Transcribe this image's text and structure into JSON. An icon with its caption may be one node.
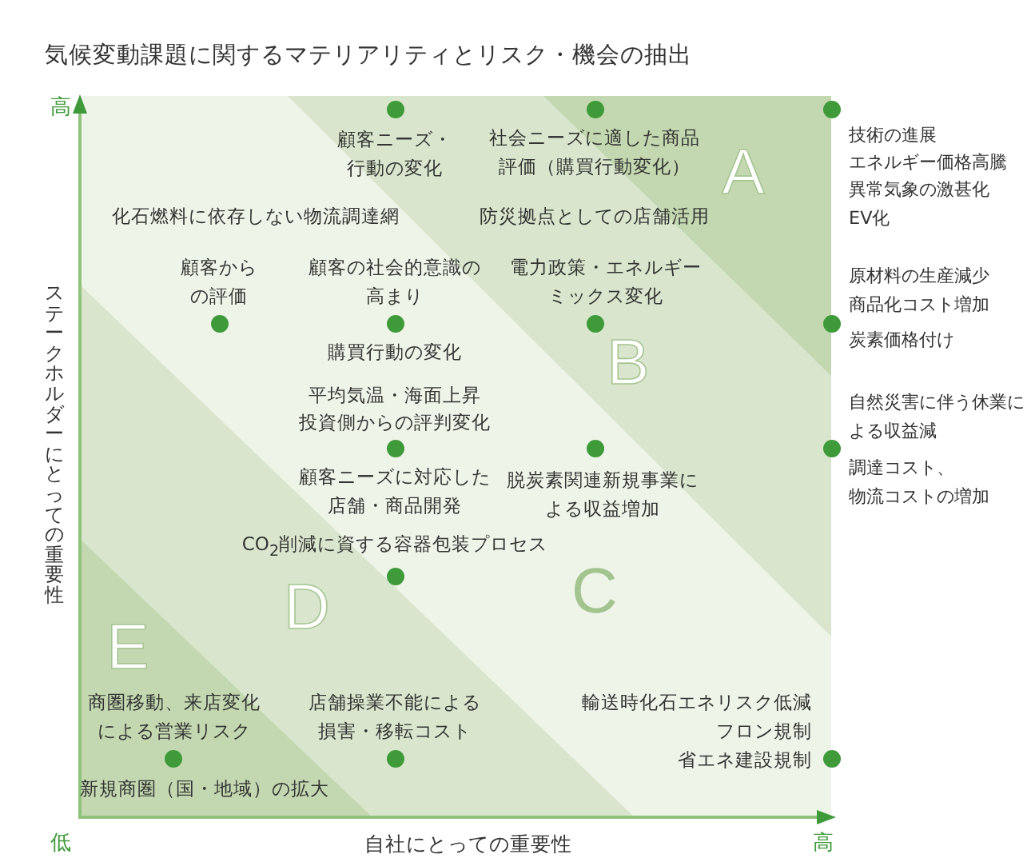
{
  "diagram": {
    "title": "気候変動課題に関するマテリアリティとリスク・機会の抽出",
    "nodes": [
      {
        "text": [
          "C"
        ]
      },
      {
        "text": [
          "B"
        ],
        "in": 0
      },
      {
        "text": [
          "A"
        ],
        "in": 1
      },
      {
        "text": [
          "D"
        ],
        "in": 0
      },
      {
        "text": [
          "E"
        ],
        "in": 3
      }
    ],
    "labels": [
      "高",
      "ステークホルダーにとっての重要性",
      "顧客ニーズ・行動の変化",
      "社会ニーズに適した商品評価（購買行動変化）",
      "技術の進展",
      "エネルギー価格高騰",
      "異常気象の激甚化",
      "化石燃料に依存しない物流調達網",
      "防災拠点としての店舗活用",
      "EV化",
      "顧客からの評価",
      "顧客の社会的意識の高まり",
      "電力政策・エネルギーミックス変化",
      "原材料の生産減少",
      "商品化コスト増加",
      "購買行動の変化",
      "炭素価格付け",
      "平均気温・海面上昇",
      "投資側からの評判変化",
      "自然災害に伴う休業による収益減",
      "顧客ニーズに対応した店舗・商品開発",
      "脱炭素関連新規事業による収益増加",
      "調達コスト、物流コストの増加",
      "CO$_{2}$削減に資する容器包装プロセス",
      "商圏移動、来店変化による営業リスク",
      "店舗操業不能による損害・移転コスト",
      "輸送時化石エネリスク低減",
      "フロン規制",
      "省エネ建設規制",
      "新規商圏（国・地域）の拡大",
      "低",
      "自社にとっての重要性",
      "高"
    ]
  }
}
